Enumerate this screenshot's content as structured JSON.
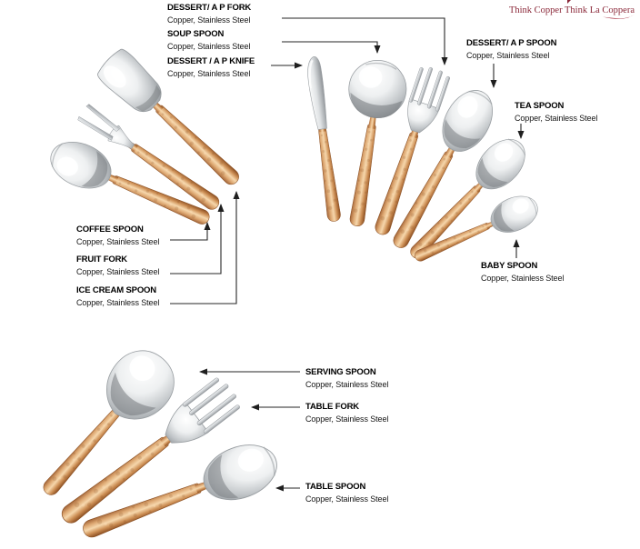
{
  "brand": {
    "tagline": "Think Copper Think La Coppera"
  },
  "palette": {
    "brand_red": "#8a2738",
    "line_color": "#262626",
    "copper_light": "#f6d7ac",
    "copper_mid": "#d49a63",
    "copper_dark": "#8a4d20",
    "steel_light": "#f2f4f5",
    "steel_dark": "#83878b"
  },
  "labels": [
    {
      "id": "dessert-ap-fork",
      "title": "DESSERT/ A P FORK",
      "material": "Copper, Stainless Steel"
    },
    {
      "id": "soup-spoon",
      "title": "SOUP SPOON",
      "material": "Copper, Stainless Steel"
    },
    {
      "id": "dessert-ap-knife",
      "title": "DESSERT / A P KNIFE",
      "material": "Copper, Stainless Steel"
    },
    {
      "id": "dessert-ap-spoon",
      "title": "DESSERT/ A P SPOON",
      "material": "Copper, Stainless Steel"
    },
    {
      "id": "tea-spoon",
      "title": "TEA SPOON",
      "material": "Copper, Stainless Steel"
    },
    {
      "id": "coffee-spoon",
      "title": "COFFEE SPOON",
      "material": "Copper, Stainless Steel"
    },
    {
      "id": "fruit-fork",
      "title": "FRUIT FORK",
      "material": "Copper, Stainless Steel"
    },
    {
      "id": "ice-cream-spoon",
      "title": "ICE CREAM SPOON",
      "material": "Copper, Stainless Steel"
    },
    {
      "id": "baby-spoon",
      "title": "BABY SPOON",
      "material": "Copper, Stainless Steel"
    },
    {
      "id": "serving-spoon",
      "title": "SERVING SPOON",
      "material": "Copper, Stainless Steel"
    },
    {
      "id": "table-fork",
      "title": "TABLE FORK",
      "material": "Copper, Stainless Steel"
    },
    {
      "id": "table-spoon",
      "title": "TABLE SPOON",
      "material": "Copper, Stainless Steel"
    }
  ]
}
